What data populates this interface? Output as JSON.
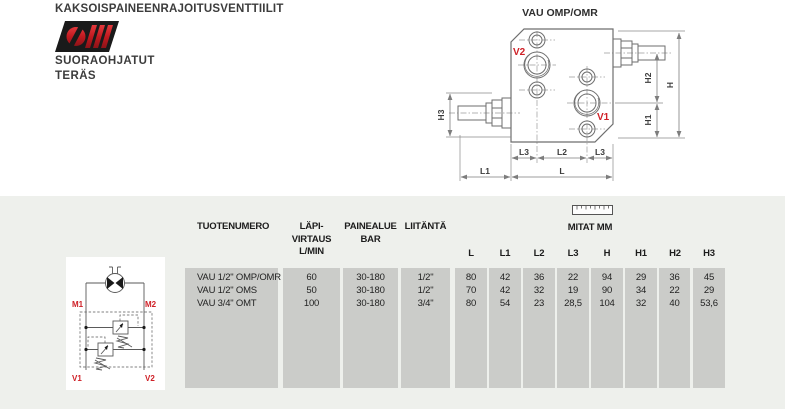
{
  "header": {
    "title": "KAKSOISPAINEENRAJOITUSVENTTIILIT",
    "subtitle_line1": "SUORAOHJATUT",
    "subtitle_line2": "TERÄS"
  },
  "drawing": {
    "title": "VAU OMP/OMR",
    "port_labels": {
      "v1": "V1",
      "v2": "V2"
    },
    "dims": {
      "h": "H",
      "h1": "H1",
      "h2": "H2",
      "h3": "H3",
      "l": "L",
      "l1": "L1",
      "l2": "L2",
      "l3a": "L3",
      "l3b": "L3"
    }
  },
  "schematic": {
    "labels": {
      "m1": "M1",
      "m2": "M2",
      "v1": "V1",
      "v2": "V2"
    }
  },
  "table": {
    "headers": {
      "product": "TUOTENUMERO",
      "flow_lines": [
        "LÄPI-",
        "VIRTAUS",
        "L/MIN"
      ],
      "pressure_lines": [
        "PAINEALUE",
        "BAR"
      ],
      "port": "LIITÄNTÄ",
      "dims_title": "MITAT MM",
      "dims": [
        "L",
        "L1",
        "L2",
        "L3",
        "H",
        "H1",
        "H2",
        "H3"
      ]
    },
    "rows": [
      {
        "product": "VAU 1/2\" OMP/OMR",
        "flow": "60",
        "pressure": "30-180",
        "port": "1/2\"",
        "dims": [
          "80",
          "42",
          "36",
          "22",
          "94",
          "29",
          "36",
          "45"
        ]
      },
      {
        "product": "VAU 1/2\" OMS",
        "flow": "50",
        "pressure": "30-180",
        "port": "1/2\"",
        "dims": [
          "70",
          "42",
          "32",
          "19",
          "90",
          "34",
          "22",
          "29"
        ]
      },
      {
        "product": "VAU 3/4\" OMT",
        "flow": "100",
        "pressure": "30-180",
        "port": "3/4\"",
        "dims": [
          "80",
          "54",
          "23",
          "28,5",
          "104",
          "32",
          "40",
          "53,6"
        ]
      }
    ]
  },
  "colors": {
    "accent_red": "#cf2027",
    "table_band": "#cbccc9",
    "section_bg": "#eef0ec",
    "drawing_line": "#707070"
  }
}
